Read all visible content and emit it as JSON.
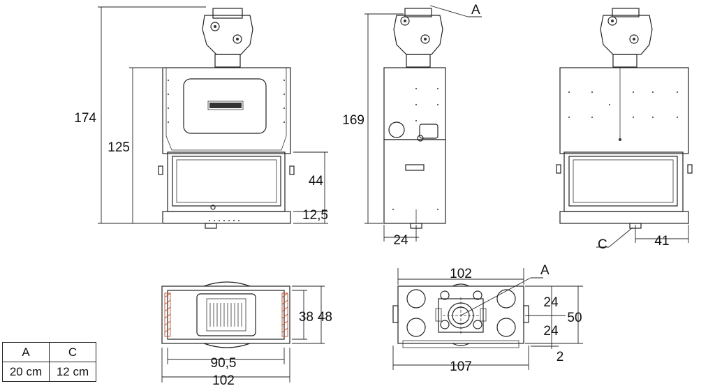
{
  "front_view": {
    "dims": {
      "h_total": "174",
      "h_body": "125",
      "h_opening": "44",
      "h_base": "12,5"
    }
  },
  "side_view": {
    "dims": {
      "h_total": "169",
      "depth_offset": "24"
    },
    "callout": "A"
  },
  "back_view": {
    "dims": {
      "offset": "41"
    },
    "callout": "C"
  },
  "top_view": {
    "dims": {
      "inner_width": "90,5",
      "outer_width": "102",
      "inner_depth": "38",
      "outer_depth": "48"
    }
  },
  "plan_view": {
    "dims": {
      "top_width": "102",
      "bottom_width": "107",
      "spacing_1": "24",
      "spacing_2": "24",
      "depth": "50",
      "offset": "2"
    },
    "callout": "A"
  },
  "legend_table": {
    "headers": [
      "A",
      "C"
    ],
    "values": [
      "20 cm",
      "12 cm"
    ]
  }
}
